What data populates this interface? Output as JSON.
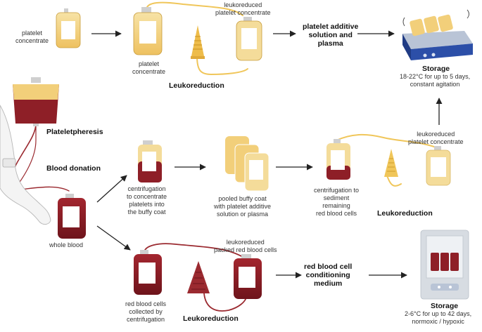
{
  "top_row": {
    "platelet_concentrate_label": [
      "platelet",
      "concentrate"
    ],
    "bag_label": [
      "platelet",
      "concentrate"
    ],
    "leukoreduced_label": [
      "leukoreduced",
      "platelet concentrate"
    ],
    "leukoreduction": "Leukoreduction",
    "additive_label": [
      "platelet additive",
      "solution and",
      "plasma"
    ]
  },
  "storage_platelets": {
    "title": "Storage",
    "details": [
      "18-22°C for up to 5 days,",
      "constant agitation"
    ]
  },
  "plateletpheresis": "Plateletpheresis",
  "blood_donation": "Blood donation",
  "whole_blood": "whole blood",
  "middle_row": {
    "centrifugation_label": [
      "centrifugation",
      "to concentrate",
      "platelets into",
      "the buffy coat"
    ],
    "pooled_label": [
      "pooled buffy coat",
      "with platelet additive",
      "solution or plasma"
    ],
    "sediment_label": [
      "centrifugation to",
      "sediment",
      "remaining",
      "red blood cells"
    ],
    "leukoreduction": "Leukoreduction",
    "leukoreduced_label": [
      "leukoreduced",
      "platelet concentrate"
    ]
  },
  "bottom_row": {
    "rbc_label": [
      "red blood cells",
      "collected by",
      "centrifugation"
    ],
    "leukoreduced_label": [
      "leukoreduced",
      "packed red blood cells"
    ],
    "leukoreduction": "Leukoreduction",
    "conditioning_label": [
      "red blood cell",
      "conditioning",
      "medium"
    ]
  },
  "storage_rbc": {
    "title": "Storage",
    "details": [
      "2-6°C for up to 42 days,",
      "normoxic / hypoxic"
    ]
  },
  "colors": {
    "platelet_fill": "#f2cf7a",
    "platelet_light": "#f7e3a6",
    "blood_fill": "#8e1f27",
    "blood_dark": "#6e141b",
    "tube_yellow": "#f0c65a",
    "tube_red": "#9b2a30",
    "agitator_blue": "#2c4fa8",
    "fridge_gray": "#d7dce2"
  }
}
